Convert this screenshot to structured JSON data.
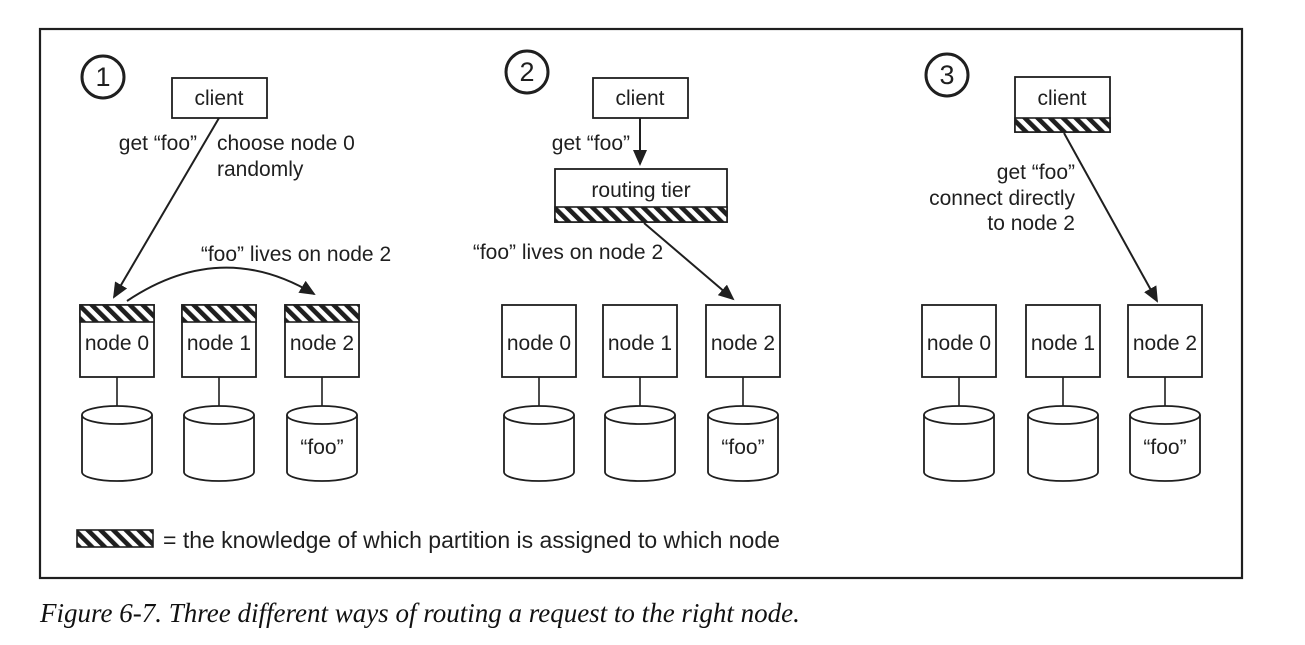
{
  "colors": {
    "ink": "#1f1f1f",
    "paper": "#ffffff"
  },
  "panel1": {
    "number": "1",
    "client_label": "client",
    "get_label": "get “foo”",
    "choose_line1": "choose node 0",
    "choose_line2": "randomly",
    "arc_label": "“foo” lives on node 2",
    "node0_label": "node 0",
    "node1_label": "node 1",
    "node2_label": "node 2",
    "db_value": "“foo”"
  },
  "panel2": {
    "number": "2",
    "client_label": "client",
    "get_label": "get “foo”",
    "routing_tier_label": "routing tier",
    "route_label": "“foo” lives on node 2",
    "node0_label": "node 0",
    "node1_label": "node 1",
    "node2_label": "node 2",
    "db_value": "“foo”"
  },
  "panel3": {
    "number": "3",
    "client_label": "client",
    "connect_line1": "get “foo”",
    "connect_line2": "connect directly",
    "connect_line3": "to node 2",
    "node0_label": "node 0",
    "node1_label": "node 1",
    "node2_label": "node 2",
    "db_value": "“foo”"
  },
  "legend": {
    "swatch_icon": "diagonal-hatch",
    "text": "= the knowledge of which partition is assigned to which node"
  },
  "caption": "Figure 6-7. Three different ways of routing a request to the right node."
}
